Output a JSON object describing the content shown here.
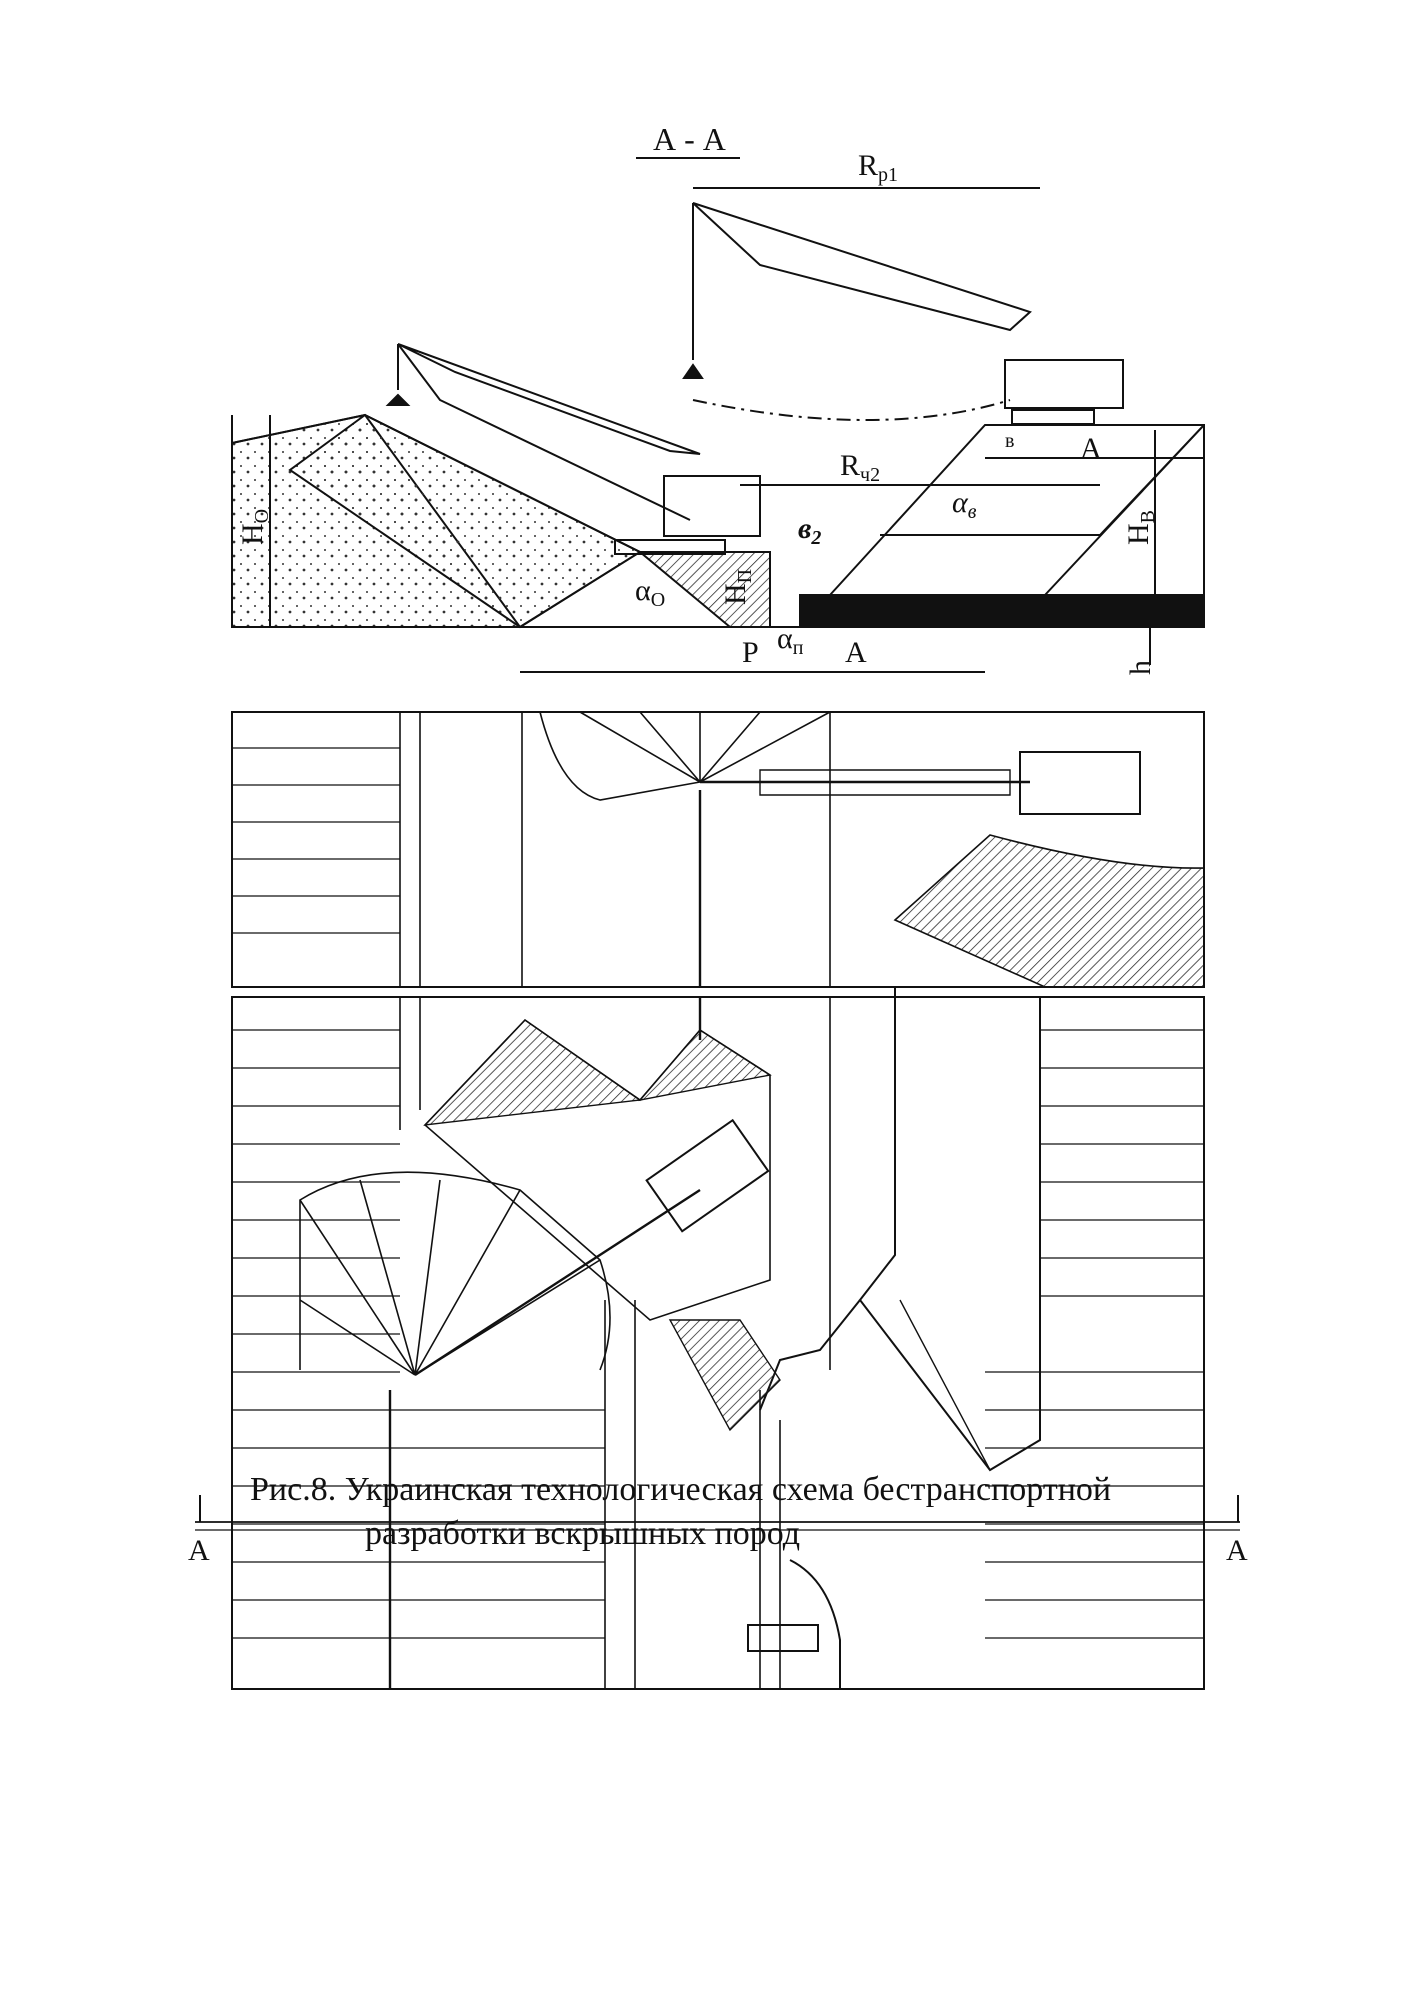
{
  "section": {
    "title": "А - А"
  },
  "labels": {
    "rp1": "R",
    "rp1_sub": "p1",
    "rch2": "R",
    "rch2_sub": "ч2",
    "h0": "H",
    "h0_sub": "O",
    "hv": "H",
    "hv_sub": "B",
    "hp": "H",
    "hp_sub": "П",
    "alpha_v": "α",
    "alpha_v_sub": "в",
    "alpha_o": "α",
    "alpha_o_sub": "O",
    "alpha_p": "α",
    "alpha_p_sub": "п",
    "b2": "в",
    "b2_sub": "2",
    "b": "в",
    "a_top": "А",
    "a_bottom": "А",
    "p": "Р",
    "h": "h"
  },
  "plan": {
    "cut_left": "А",
    "cut_right": "А"
  },
  "caption": {
    "line1": "Рис.8. Украинская технологическая схема бестранспортной",
    "line2": "разработки вскрышных пород"
  }
}
